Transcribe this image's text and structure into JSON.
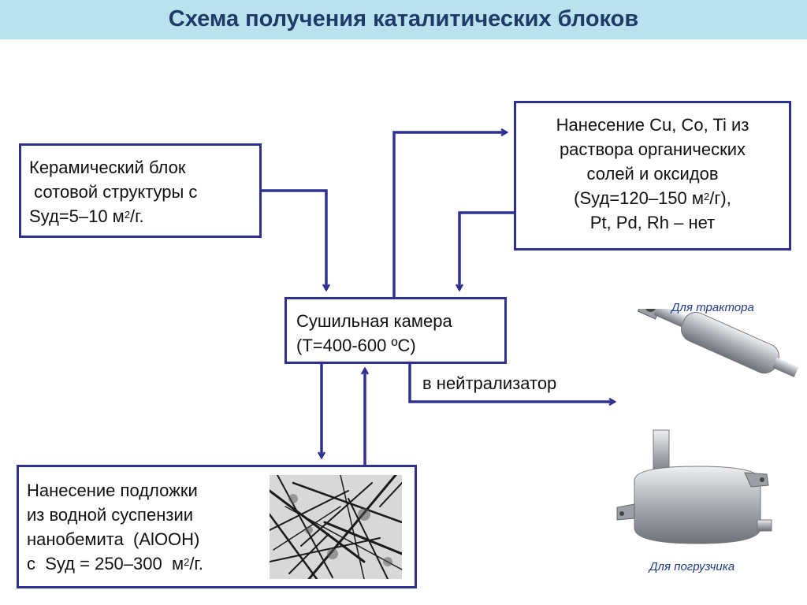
{
  "title": "Схема получения каталитических блоков",
  "ceramic": {
    "line1": "Керамический блок",
    "line2": " сотовой структуры с",
    "line3a": "Sуд=5–10 м",
    "line3sup": "2",
    "line3b": "/г."
  },
  "deposit": {
    "line1": "Нанесение Cu, Co, Ti из",
    "line2": "раствора органических",
    "line3": "солей и оксидов",
    "line4a": "(Sуд=120–150 м",
    "line4sup": "2",
    "line4b": "/г),",
    "line5": "Pt, Pd, Rh – нет"
  },
  "dryer": {
    "line1": "Сушильная камера",
    "line2": "(Т=400-600 ºС)"
  },
  "neutralizer_label": "в нейтрализатор",
  "support": {
    "line1": "Нанесение подложки",
    "line2": "из водной суспензии",
    "line3": "нанобемита  (AlOOH)",
    "line4a": "с  Sуд = 250–300  м",
    "line4sup": "2",
    "line4b": "/г."
  },
  "captions": {
    "tractor": "Для трактора",
    "loader": "Для погрузчика"
  },
  "colors": {
    "arrow": "#2e3192",
    "title_bar": "#b8e3ee",
    "title_text": "#1f3a68"
  }
}
